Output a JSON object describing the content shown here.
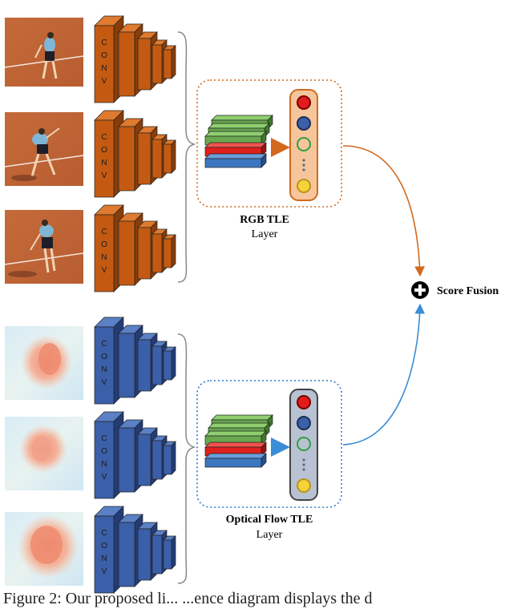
{
  "conv_label": "CONV",
  "rgb_stream": {
    "title": "RGB TLE",
    "subtitle": "Layer",
    "block_colors": {
      "front": "#c45a12",
      "side": "#8a3c08",
      "top": "#df7a2e"
    },
    "arrow_color": "#d2691e",
    "box_border": "#d2691e",
    "panel_fill": "#f6c59b",
    "panel_border": "#d2691e"
  },
  "flow_stream": {
    "title": "Optical Flow TLE",
    "subtitle": "Layer",
    "block_colors": {
      "front": "#3b5fa8",
      "side": "#223c78",
      "top": "#5b80c6"
    },
    "arrow_color": "#3a8dd6",
    "box_border": "#2b7bd0",
    "panel_fill": "#b9c2d3",
    "panel_border": "#444444"
  },
  "fusion": {
    "label": "Score Fusion",
    "icon": "plus-circle-icon"
  },
  "caption": "Figure 2: Our proposed li... ...ence diagram displays the d"
}
